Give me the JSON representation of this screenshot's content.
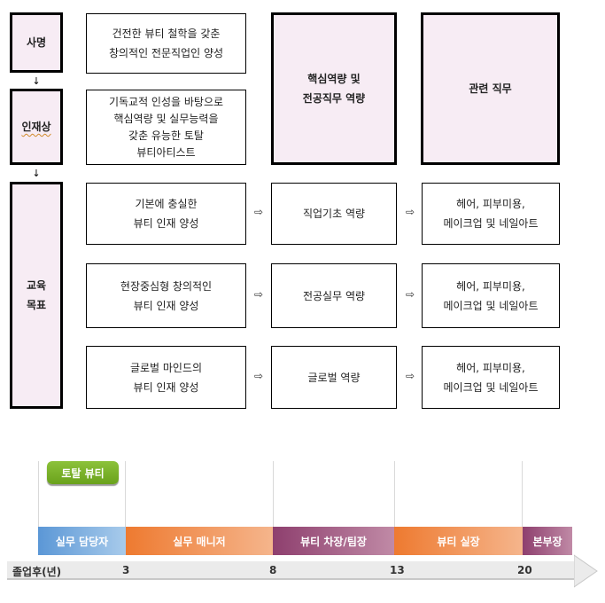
{
  "diagram": {
    "left_labels": [
      {
        "label": "사명"
      },
      {
        "label": "인재상"
      },
      {
        "label": "교육\n목표"
      }
    ],
    "mission_text": "건전한 뷰티 철학을 갖춘\n창의적인 전문직업인 양성",
    "talent_text": "기독교적 인성을 바탕으로\n핵심역량 및 실무능력을\n갖춘 유능한 토탈\n뷰티아티스트",
    "header_competency": "핵심역량 및\n전공직무 역량",
    "header_jobs": "관련 직무",
    "arrow_down": "↓",
    "arrow_right": "⇨",
    "goals": [
      {
        "goal": "기본에 충실한\n뷰티 인재 양성",
        "competency": "직업기초 역량",
        "jobs": "헤어, 피부미용,\n메이크업 및 네일아트"
      },
      {
        "goal": "현장중심형 창의적인\n뷰티 인재 양성",
        "competency": "전공실무 역량",
        "jobs": "헤어, 피부미용,\n메이크업 및 네일아트"
      },
      {
        "goal": "글로벌 마인드의\n뷰티 인재 양성",
        "competency": "글로벌 역량",
        "jobs": "헤어, 피부미용,\n메이크업 및 네일아트"
      }
    ]
  },
  "career_path": {
    "badge": "토탈 뷰티",
    "axis_label": "졸업후(년)",
    "stages": [
      {
        "label": "실무 담당자",
        "color": "#6fa7dc"
      },
      {
        "label": "실무 매니저",
        "color": "#f08c4a"
      },
      {
        "label": "뷰티 차장/팀장",
        "color": "#9c5a80"
      },
      {
        "label": "뷰티 실장",
        "color": "#f08c4a"
      },
      {
        "label": "본부장",
        "color": "#9c5a80"
      }
    ],
    "ticks": [
      "3",
      "8",
      "13",
      "20"
    ]
  }
}
